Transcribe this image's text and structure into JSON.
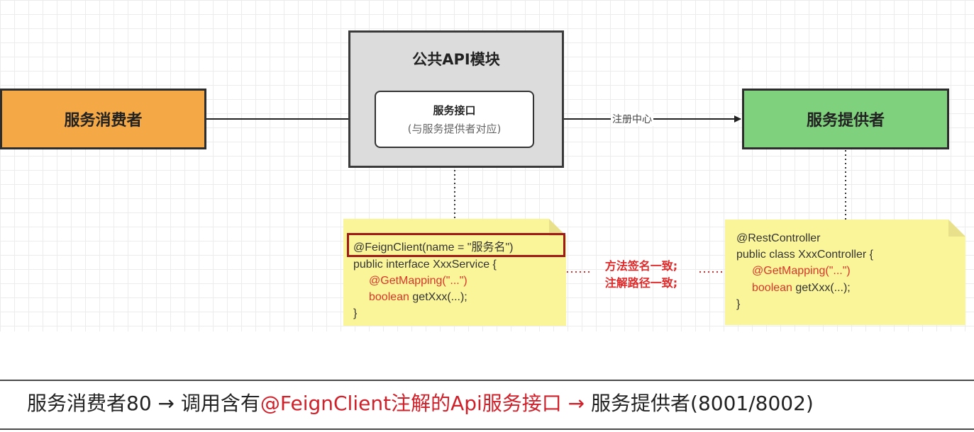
{
  "diagram": {
    "consumer_label": "服务消费者",
    "module_title": "公共API模块",
    "interface_title": "服务接口",
    "interface_subtitle": "(与服务提供者对应)",
    "registry_label": "注册中心",
    "provider_label": "服务提供者",
    "consistency_line1": "方法签名一致;",
    "consistency_line2": "注解路径一致;",
    "colors": {
      "consumer": "#f5a946",
      "provider": "#7fd17d",
      "module": "#dcdcdc",
      "note": "#fbf59a",
      "highlight": "#a01818",
      "accent_red": "#d9362a"
    }
  },
  "left_note": {
    "line1": "@FeignClient(name = \"服务名\")",
    "line2": "public interface XxxService {",
    "line3_kw": "@GetMapping(\"...\")",
    "line4_kw": "boolean",
    "line4_rest": " getXxx(...);",
    "line5": "}"
  },
  "right_note": {
    "line1": "@RestController",
    "line2": "public class XxxController {",
    "line3_kw": "@GetMapping(\"...\")",
    "line4_kw": "boolean",
    "line4_rest": " getXxx(...);",
    "line5": "}"
  },
  "caption": {
    "part1": "服务消费者80 → 调用含有",
    "part2": "@FeignClient注解的Api服务接口 →",
    "part3": " 服务提供者(8001/8002)"
  }
}
